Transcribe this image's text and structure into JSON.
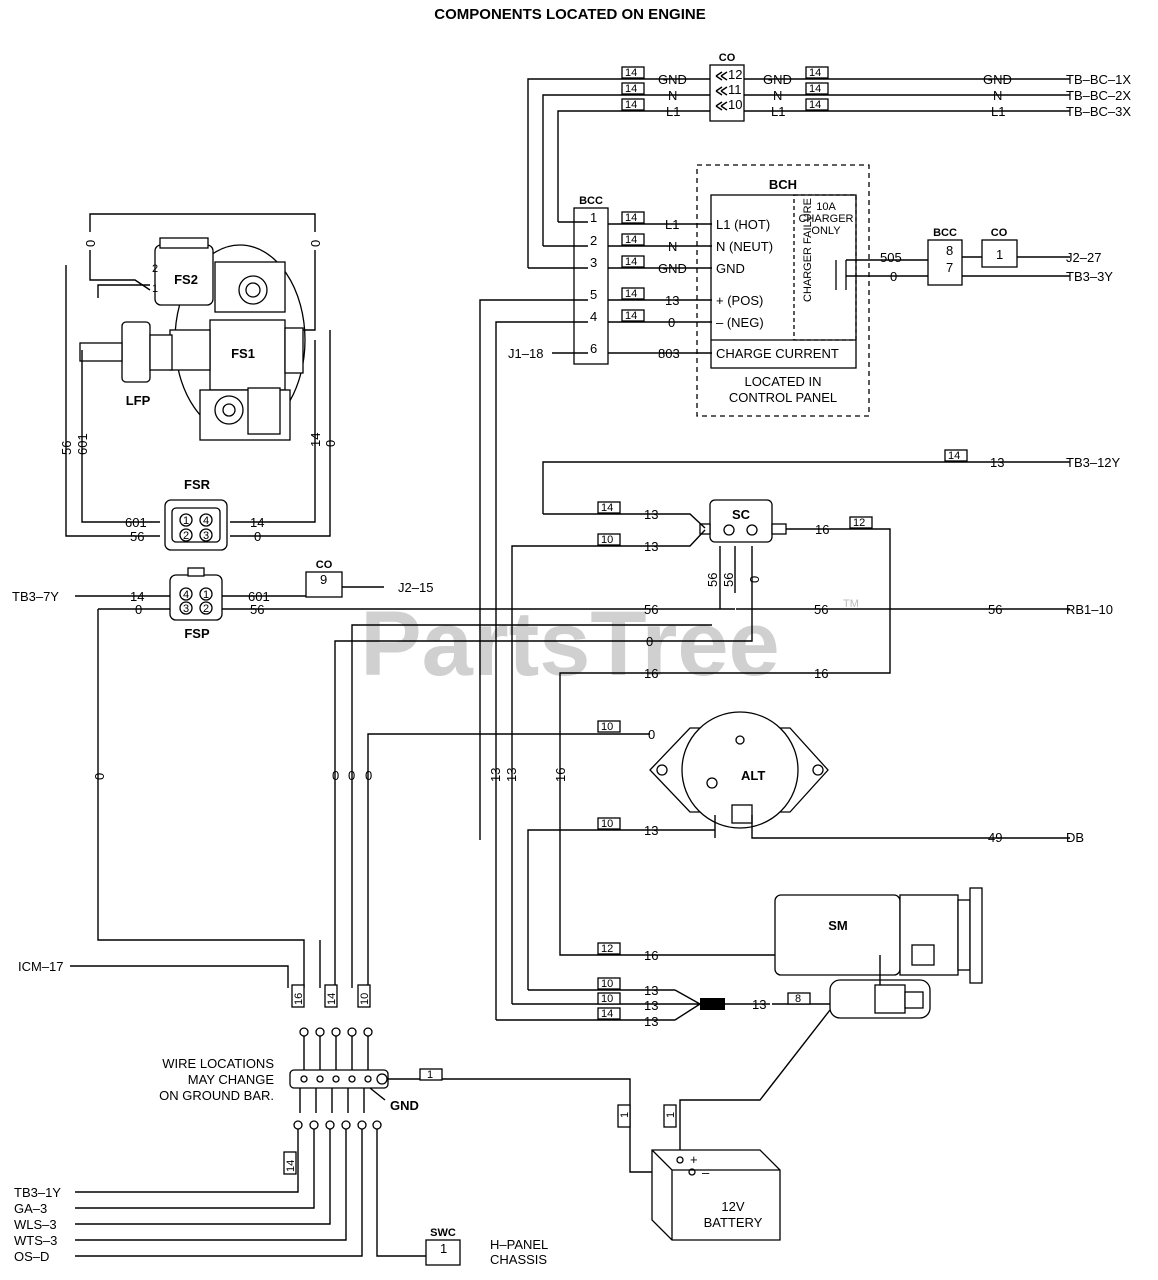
{
  "title": "COMPONENTS LOCATED ON ENGINE",
  "watermark": "PartsTree",
  "trademark": "TM",
  "components": {
    "co": "CO",
    "bcc": "BCC",
    "bch": "BCH",
    "fs1": "FS1",
    "fs2": "FS2",
    "lfp": "LFP",
    "fsr": "FSR",
    "fsp": "FSP",
    "sc": "SC",
    "alt": "ALT",
    "sm": "SM",
    "gnd": "GND",
    "swc": "SWC",
    "battery": [
      "12V",
      "BATTERY"
    ]
  },
  "bch_box": {
    "rows": [
      "L1 (HOT)",
      "N (NEUT)",
      "GND",
      "+ (POS)",
      "– (NEG)",
      "CHARGE CURRENT"
    ],
    "fuse_note": [
      "10A",
      "CHARGER",
      "ONLY"
    ],
    "charger_failure": "CHARGER FAILURE",
    "located_in": [
      "LOCATED IN",
      "CONTROL PANEL"
    ]
  },
  "terminals": {
    "tb_bc_1x": "TB–BC–1X",
    "tb_bc_2x": "TB–BC–2X",
    "tb_bc_3x": "TB–BC–3X",
    "j2_27": "J2–27",
    "tb3_3y": "TB3–3Y",
    "j1_18": "J1–18",
    "tb3_12y": "TB3–12Y",
    "j2_15": "J2–15",
    "tb3_7y": "TB3–7Y",
    "rb1_10": "RB1–10",
    "db": "DB",
    "icm_17": "ICM–17",
    "tb3_1y": "TB3–1Y",
    "ga_3": "GA–3",
    "wls_3": "WLS–3",
    "wts_3": "WTS–3",
    "os_d": "OS–D",
    "h_panel": [
      "H–PANEL",
      "CHASSIS"
    ]
  },
  "wire_labels": {
    "gnd": "GND",
    "n": "N",
    "l1": "L1",
    "w0": "0",
    "w1": "1",
    "w2": "2",
    "w3": "3",
    "w4": "4",
    "w5": "5",
    "w6": "6",
    "w7": "7",
    "w8": "8",
    "w9": "9",
    "w10": "10",
    "w11": "11",
    "w12": "12",
    "w13": "13",
    "w14": "14",
    "w16": "16",
    "w49": "49",
    "w56": "56",
    "w505": "505",
    "w601": "601",
    "w803": "803",
    "plus": "+",
    "minus": "–"
  },
  "gnd_note": [
    "WIRE LOCATIONS",
    "MAY CHANGE",
    "ON GROUND BAR."
  ]
}
